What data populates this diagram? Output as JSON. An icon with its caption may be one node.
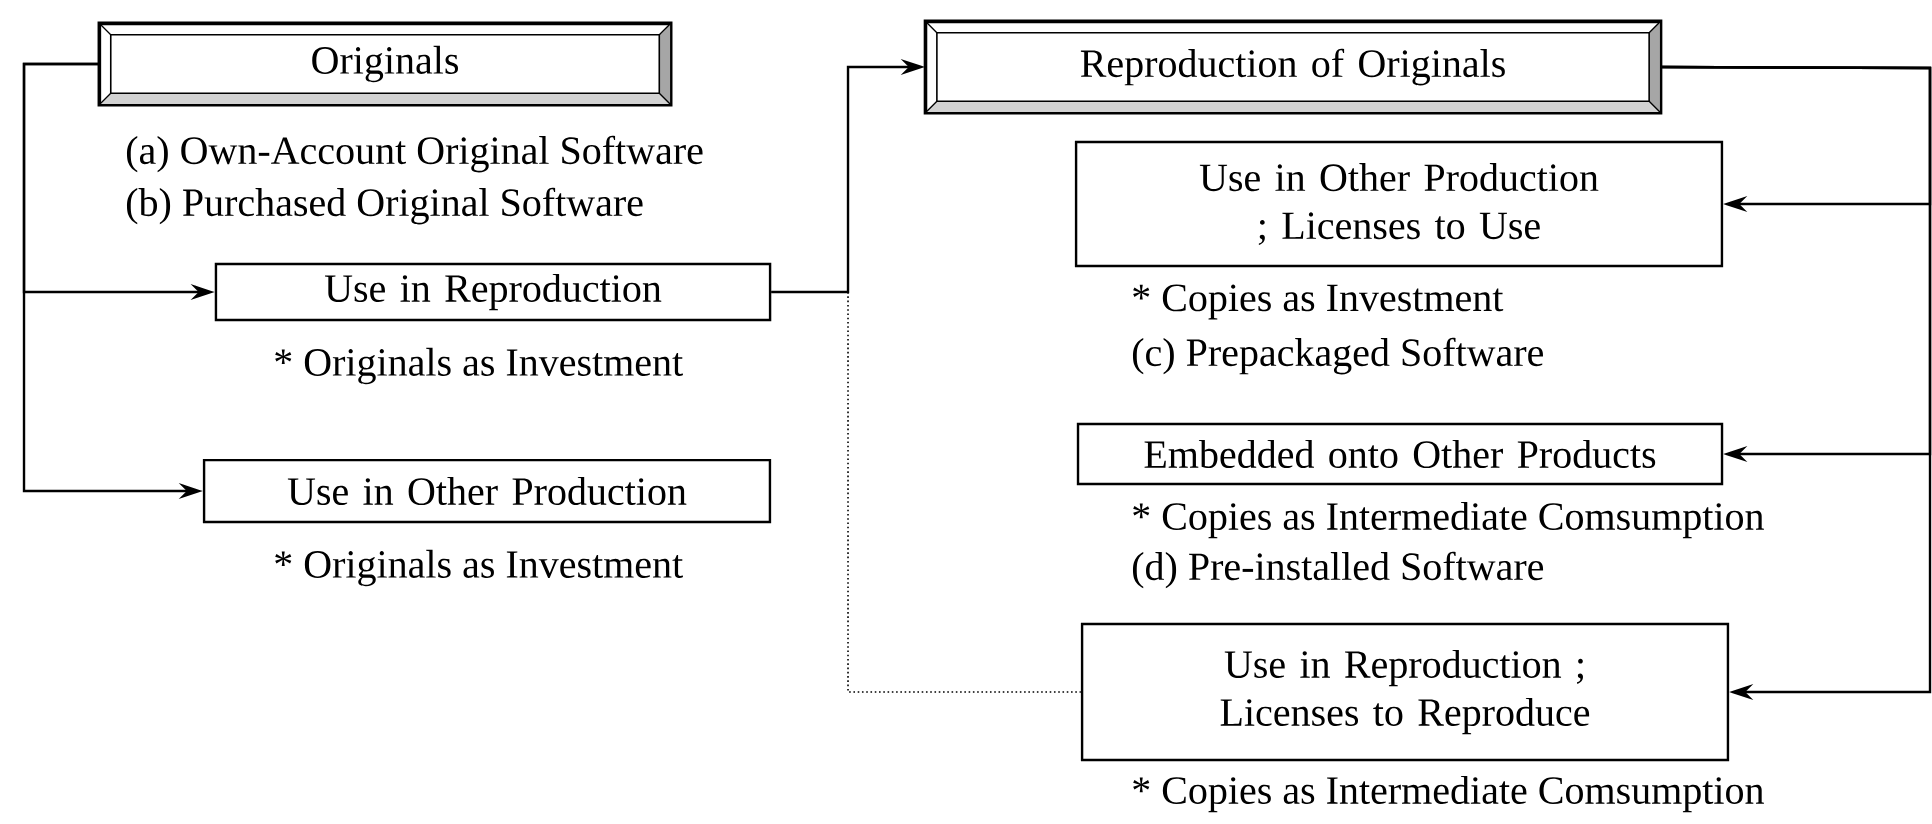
{
  "diagram": {
    "nodes": [
      {
        "text": [
          "Originals"
        ],
        "beside": [
          "(a) Own-Account Original Software",
          "(b) Purchased Original Software"
        ]
      },
      {
        "text": [
          "Use in Reproduction"
        ],
        "beside": [
          "* Originals as Investment"
        ]
      },
      {
        "text": [
          "Use in Other Production"
        ],
        "beside": [
          "* Originals as Investment"
        ]
      },
      {
        "text": [
          "Reproduction of Originals"
        ]
      },
      {
        "text": [
          "Use in Other Production ; Licenses to Use"
        ],
        "beside": [
          "* Copies as Investment",
          "(c) Prepackaged Software"
        ]
      },
      {
        "text": [
          "Embedded onto Other Products"
        ],
        "beside": [
          "* Copies as Intermediate Comsumption",
          "(d) Pre-installed Software"
        ]
      },
      {
        "text": [
          "Use in Reproduction ; Licenses to Reproduce"
        ],
        "beside": [
          "* Copies as Intermediate Comsumption"
        ]
      }
    ],
    "edges": [
      {
        "from": 0,
        "to": 1,
        "arrow": "to"
      },
      {
        "from": 0,
        "to": 2,
        "arrow": "to"
      },
      {
        "from": 1,
        "to": 3,
        "arrow": "to"
      },
      {
        "from": 1,
        "to": 6,
        "arrow": "none",
        "style": "dashed"
      },
      {
        "from": 3,
        "to": 4,
        "arrow": "to"
      },
      {
        "from": 3,
        "to": 5,
        "arrow": "to"
      },
      {
        "from": 3,
        "to": 6,
        "arrow": "to"
      }
    ]
  }
}
